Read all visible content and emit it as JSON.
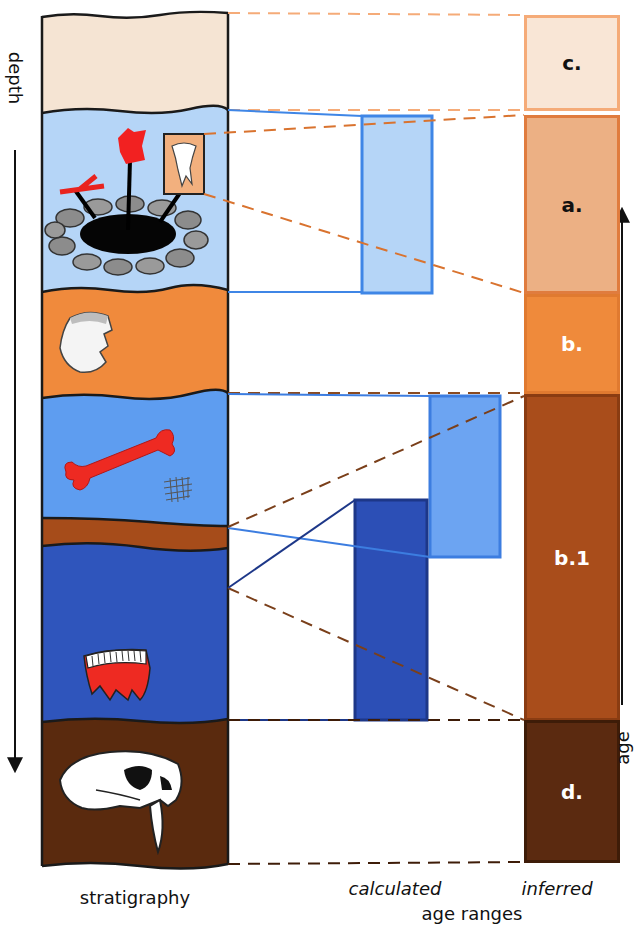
{
  "diagram": {
    "nodes": [
      {
        "text": [
          "c."
        ]
      },
      {
        "text": [
          "a."
        ]
      },
      {
        "text": [
          "b."
        ]
      },
      {
        "text": [
          "b.1"
        ]
      },
      {
        "text": [
          "d."
        ]
      }
    ],
    "labels": [
      "depth",
      "stratigraphy",
      "calculated",
      "inferred",
      "age ranges",
      "age"
    ]
  }
}
